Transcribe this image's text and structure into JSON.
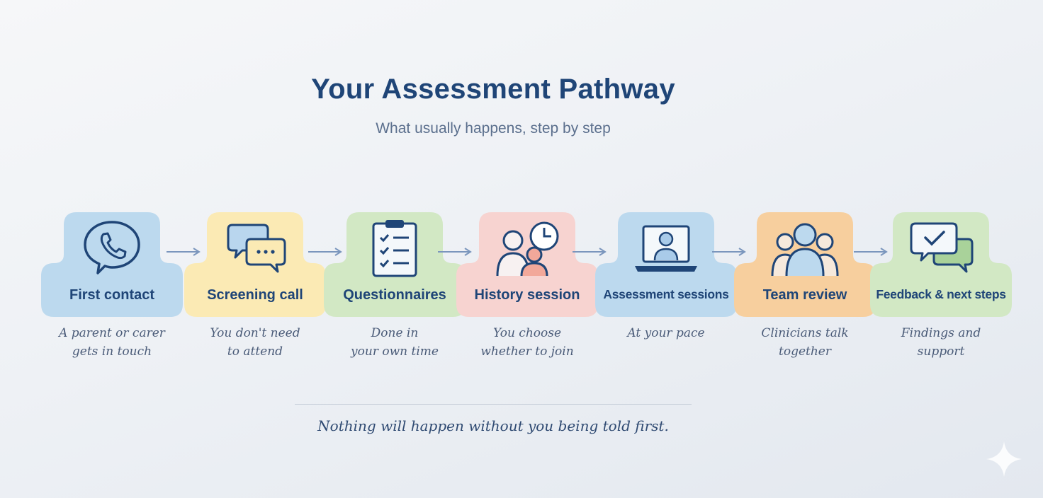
{
  "title": "Your Assessment Pathway",
  "subtitle": "What usually happens, step by step",
  "steps": [
    {
      "label": "First contact",
      "desc1": "A parent or carer",
      "desc2": "gets in touch",
      "icon": "phone-chat-icon",
      "color": "#bcd9ee"
    },
    {
      "label": "Screening call",
      "desc1": "You don't need",
      "desc2": "to attend",
      "icon": "chat-bubbles-icon",
      "color": "#fbeab4"
    },
    {
      "label": "Questionnaires",
      "desc1": "Done in",
      "desc2": "your own time",
      "icon": "clipboard-checklist-icon",
      "color": "#d2e8c4"
    },
    {
      "label": "History session",
      "desc1": "You choose",
      "desc2": "whether to join",
      "icon": "people-clock-icon",
      "color": "#f7d3d0"
    },
    {
      "label": "Assessment sessions",
      "desc1": "At your pace",
      "desc2": "",
      "icon": "laptop-person-icon",
      "color": "#bcd9ee"
    },
    {
      "label": "Team review",
      "desc1": "Clinicians talk",
      "desc2": "together",
      "icon": "team-group-icon",
      "color": "#f7cf9e"
    },
    {
      "label": "Feedback & next steps",
      "desc1": "Findings and",
      "desc2": "support",
      "icon": "feedback-check-icon",
      "color": "#d2e8c4"
    }
  ],
  "footer": "Nothing will happen without you being told first.",
  "colors": {
    "title": "#1f4577",
    "icon_stroke": "#1f4577",
    "arrow": "#7b96bd"
  }
}
